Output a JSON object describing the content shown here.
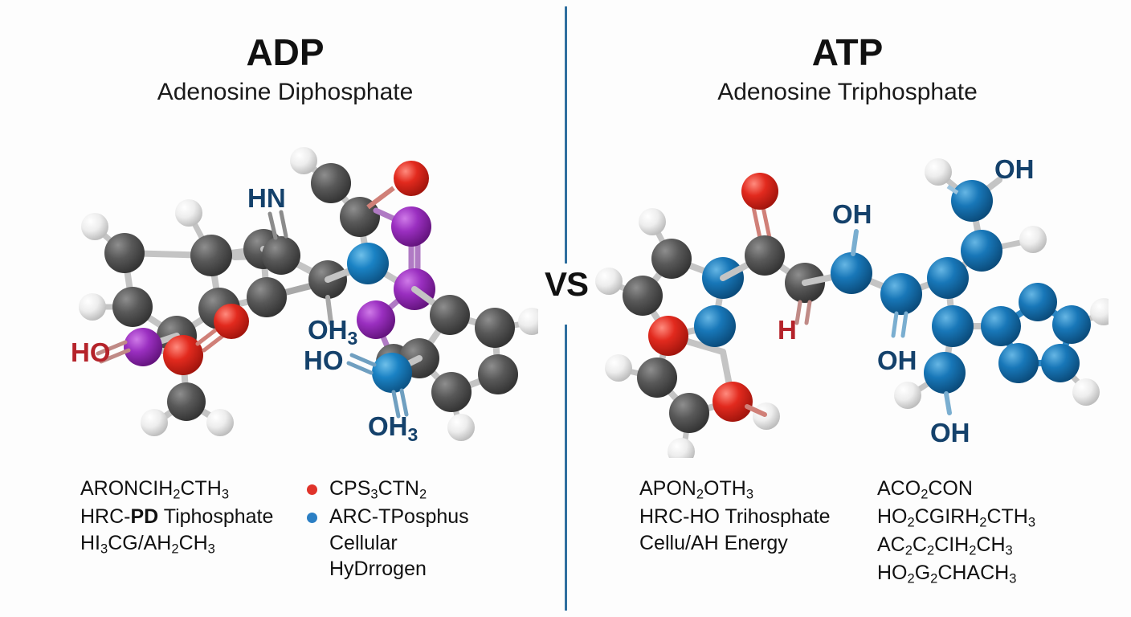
{
  "center": {
    "vs_label": "VS",
    "divider_color": "#2f6f9f"
  },
  "panels": {
    "left": {
      "abbr": "ADP",
      "full_name": "Adenosine Diphosphate",
      "atom_labels": [
        {
          "text": "HN",
          "color": "#14416b"
        },
        {
          "text": "OH3",
          "color": "#14416b"
        },
        {
          "text": "HO",
          "color": "#b5232a"
        },
        {
          "text": "HO",
          "color": "#14416b"
        },
        {
          "text": "OH3",
          "color": "#14416b"
        }
      ],
      "desc_left": [
        "ARONCIH2CTH3",
        "HRC-PD Tiphosphate",
        "HI3CG/AH2CH3"
      ],
      "desc_right": [
        {
          "bullet": "red",
          "text": "CPS3CTN2"
        },
        {
          "bullet": "blue",
          "text": "ARC-TPosphus"
        },
        {
          "bullet": "none",
          "text": "Cellular"
        },
        {
          "bullet": "none",
          "text": "HyDrrogen"
        }
      ]
    },
    "right": {
      "abbr": "ATP",
      "full_name": "Adenosine Triphosphate",
      "atom_labels": [
        {
          "text": "OH",
          "color": "#14416b"
        },
        {
          "text": "OH",
          "color": "#14416b"
        },
        {
          "text": "OH",
          "color": "#14416b"
        },
        {
          "text": "OH",
          "color": "#14416b"
        },
        {
          "text": "H",
          "color": "#b5232a"
        }
      ],
      "desc_left": [
        "APON2OTH3",
        "HRC-HO Trihosphate",
        "Cellu/AH Energy"
      ],
      "desc_right": [
        "ACO2CON",
        "HO2CGIRH2CTH3",
        "AC2C2CIH2CH3",
        "HO2G2CHACH3"
      ]
    }
  },
  "atom_colors": {
    "carbon": "#4f4f4f",
    "hydrogen": "#e8e8e8",
    "oxygen": "#e0241c",
    "nitrogen_adp": "#1a82c4",
    "phosphorus_adp": "#9a2fc0",
    "nitrogen_atp": "#1877b8",
    "oxygen_atp": "#e0241c",
    "bond": "#bdbdbd"
  }
}
